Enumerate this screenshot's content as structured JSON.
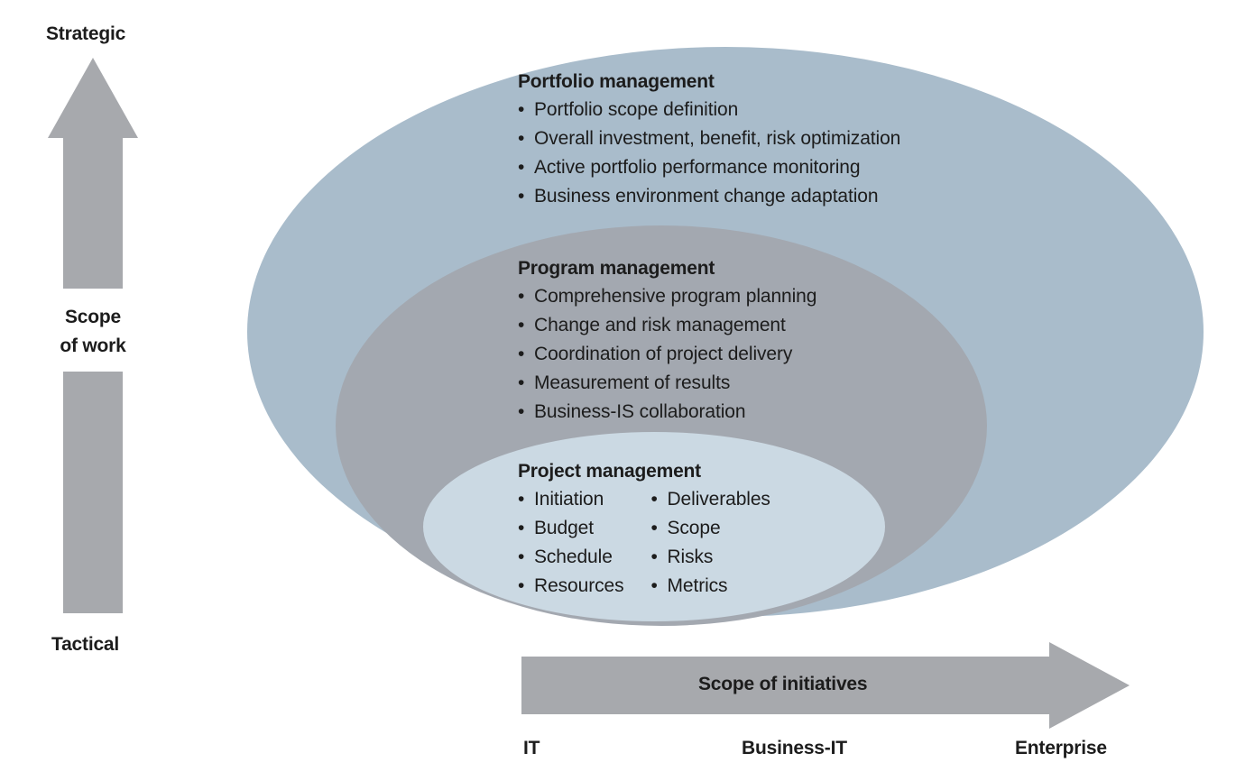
{
  "vertical_axis": {
    "top_label": "Strategic",
    "middle_label_line1": "Scope",
    "middle_label_line2": "of work",
    "bottom_label": "Tactical"
  },
  "horizontal_axis": {
    "arrow_label": "Scope of initiatives",
    "left_label": "IT",
    "middle_label": "Business-IT",
    "right_label": "Enterprise"
  },
  "portfolio": {
    "heading": "Portfolio management",
    "items": [
      "Portfolio scope definition",
      "Overall investment, benefit, risk optimization",
      "Active portfolio performance monitoring",
      "Business environment change adaptation"
    ]
  },
  "program": {
    "heading": "Program management",
    "items": [
      "Comprehensive program planning",
      "Change and risk management",
      "Coordination of project delivery",
      "Measurement of results",
      "Business-IS collaboration"
    ]
  },
  "project": {
    "heading": "Project management",
    "left_items": [
      "Initiation",
      "Budget",
      "Schedule",
      "Resources"
    ],
    "right_items": [
      "Deliverables",
      "Scope",
      "Risks",
      "Metrics"
    ]
  },
  "colors": {
    "portfolio_fill": "#a9bccb",
    "program_fill": "#a3a8b0",
    "project_fill": "#cbd9e3",
    "arrow_fill": "#a7a9ad"
  }
}
